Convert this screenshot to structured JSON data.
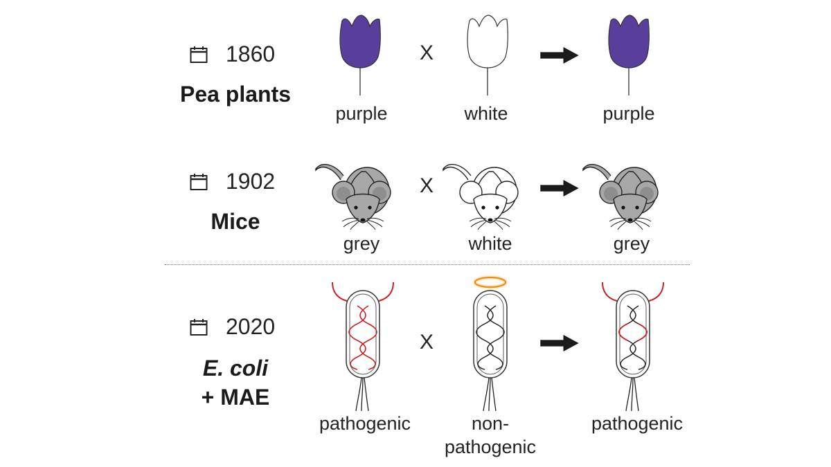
{
  "rows": [
    {
      "year": "1860",
      "organism": "Pea plants",
      "parent1_label": "purple",
      "cross_symbol": "X",
      "parent2_label": "white",
      "offspring_label": "purple"
    },
    {
      "year": "1902",
      "organism": "Mice",
      "parent1_label": "grey",
      "cross_symbol": "X",
      "parent2_label": "white",
      "offspring_label": "grey"
    },
    {
      "year": "2020",
      "organism_line1": "E. coli",
      "organism_line2": "+ MAE",
      "parent1_label": "pathogenic",
      "cross_symbol": "X",
      "parent2_label_line1": "non-",
      "parent2_label_line2": "pathogenic",
      "offspring_label": "pathogenic"
    }
  ],
  "colors": {
    "purple": "#5a3e9b",
    "grey_mouse": "#a8a8a8",
    "pathogenic_red": "#cc1f1f",
    "halo": "#f0a020",
    "arrow": "#1a1a1a"
  },
  "icons": [
    "calendar-icon",
    "flower-icon",
    "mouse-icon",
    "bacterium-icon",
    "right-arrow-icon"
  ]
}
